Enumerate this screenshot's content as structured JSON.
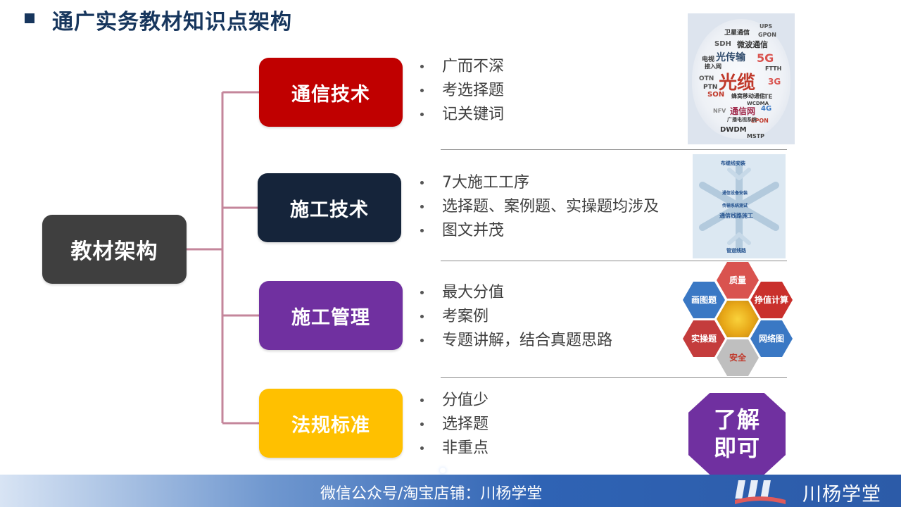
{
  "slide": {
    "title": "通广实务教材知识点架构"
  },
  "tree": {
    "root_label": "教材架构",
    "branches": [
      {
        "label": "通信技术",
        "color": "#c00000",
        "points": [
          "广而不深",
          "考选择题",
          "记关键词"
        ]
      },
      {
        "label": "施工技术",
        "color": "#15243a",
        "points": [
          "7大施工工序",
          "选择题、案例题、实操题均涉及",
          "图文并茂"
        ]
      },
      {
        "label": "施工管理",
        "color": "#7030a0",
        "points": [
          "最大分值",
          "考案例",
          "专题讲解，结合真题思路"
        ]
      },
      {
        "label": "法规标准",
        "color": "#ffc000",
        "points": [
          "分值少",
          "选择题",
          "非重点"
        ]
      }
    ],
    "connector_color": "#c4869b"
  },
  "wordcloud": {
    "words": [
      "光缆",
      "光传输",
      "5G",
      "3G",
      "4G",
      "通信网",
      "微波通信",
      "卫星通信",
      "蜂窝移动通信",
      "SDH",
      "PTN",
      "OTN",
      "SON",
      "NFV",
      "DWDM",
      "FTTH",
      "LTE",
      "EPON",
      "GPON",
      "UPS",
      "电视",
      "接入网",
      "广播电视系统",
      "MSTP",
      "WCDMA"
    ]
  },
  "snowflake": {
    "labels": [
      "布缆线安装",
      "通信线路施工",
      "传输系统测试",
      "通信设备安装",
      "管道线路"
    ]
  },
  "honeycomb": {
    "cells": [
      {
        "label": "质量",
        "color": "#d9534f"
      },
      {
        "label": "挣值计算",
        "color": "#c9302c"
      },
      {
        "label": "网络图",
        "color": "#3a78c4"
      },
      {
        "label": "安全",
        "color": "#bfbfbf"
      },
      {
        "label": "实操题",
        "color": "#c43c3c"
      },
      {
        "label": "画图题",
        "color": "#3a78c4"
      }
    ]
  },
  "badge": {
    "line1": "了解",
    "line2": "即可"
  },
  "footer": {
    "text": "微信公众号/淘宝店铺：川杨学堂",
    "brand": "川杨学堂"
  }
}
